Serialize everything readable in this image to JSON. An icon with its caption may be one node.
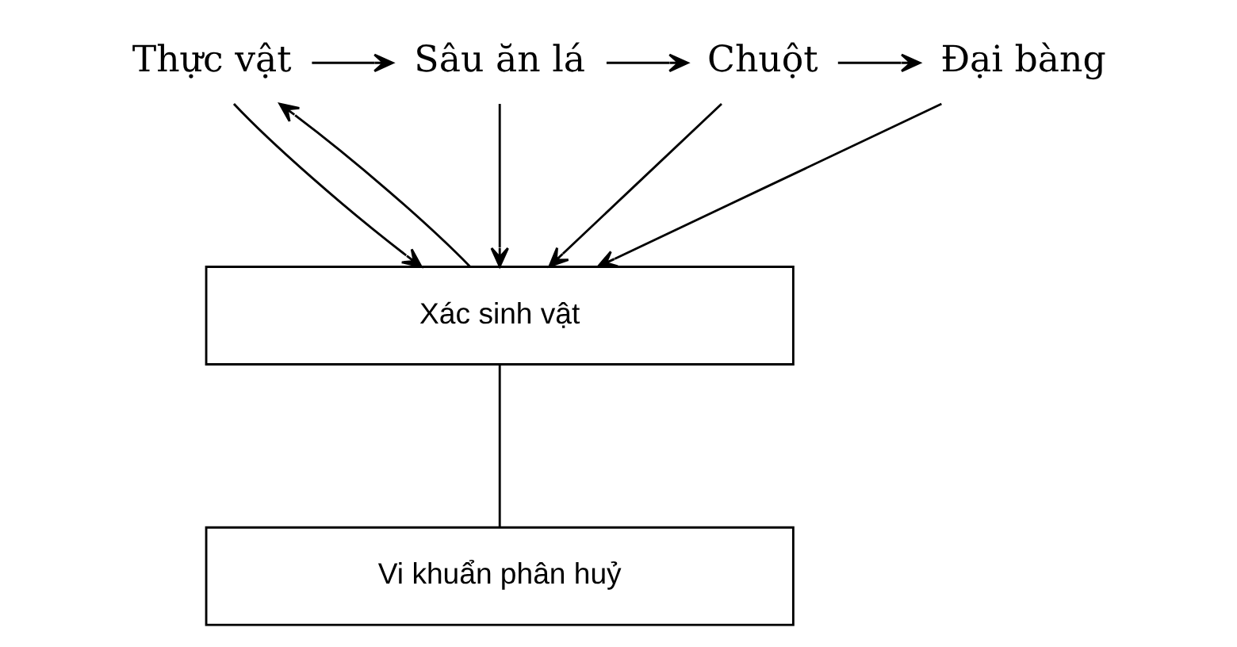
{
  "diagram": {
    "nodes": [
      {
        "text": [
          "Thực vật"
        ]
      },
      {
        "text": [
          "Sâu ăn lá"
        ]
      },
      {
        "text": [
          "Chuột"
        ]
      },
      {
        "text": [
          "Đại bàng"
        ]
      },
      {
        "text": [
          "Xác sinh vật"
        ]
      },
      {
        "text": [
          "Vi khuẩn phân huỷ"
        ]
      }
    ],
    "edges": [
      {
        "from": 0,
        "to": 1,
        "arrow": "to"
      },
      {
        "from": 1,
        "to": 2,
        "arrow": "to"
      },
      {
        "from": 2,
        "to": 3,
        "arrow": "to"
      },
      {
        "from": 4,
        "to": 0,
        "arrow": "to"
      },
      {
        "from": 0,
        "to": 4,
        "arrow": "to"
      },
      {
        "from": 1,
        "to": 4,
        "arrow": "to"
      },
      {
        "from": 2,
        "to": 4,
        "arrow": "to"
      },
      {
        "from": 3,
        "to": 4,
        "arrow": "to"
      },
      {
        "from": 4,
        "to": 5,
        "arrow": "none"
      }
    ]
  }
}
